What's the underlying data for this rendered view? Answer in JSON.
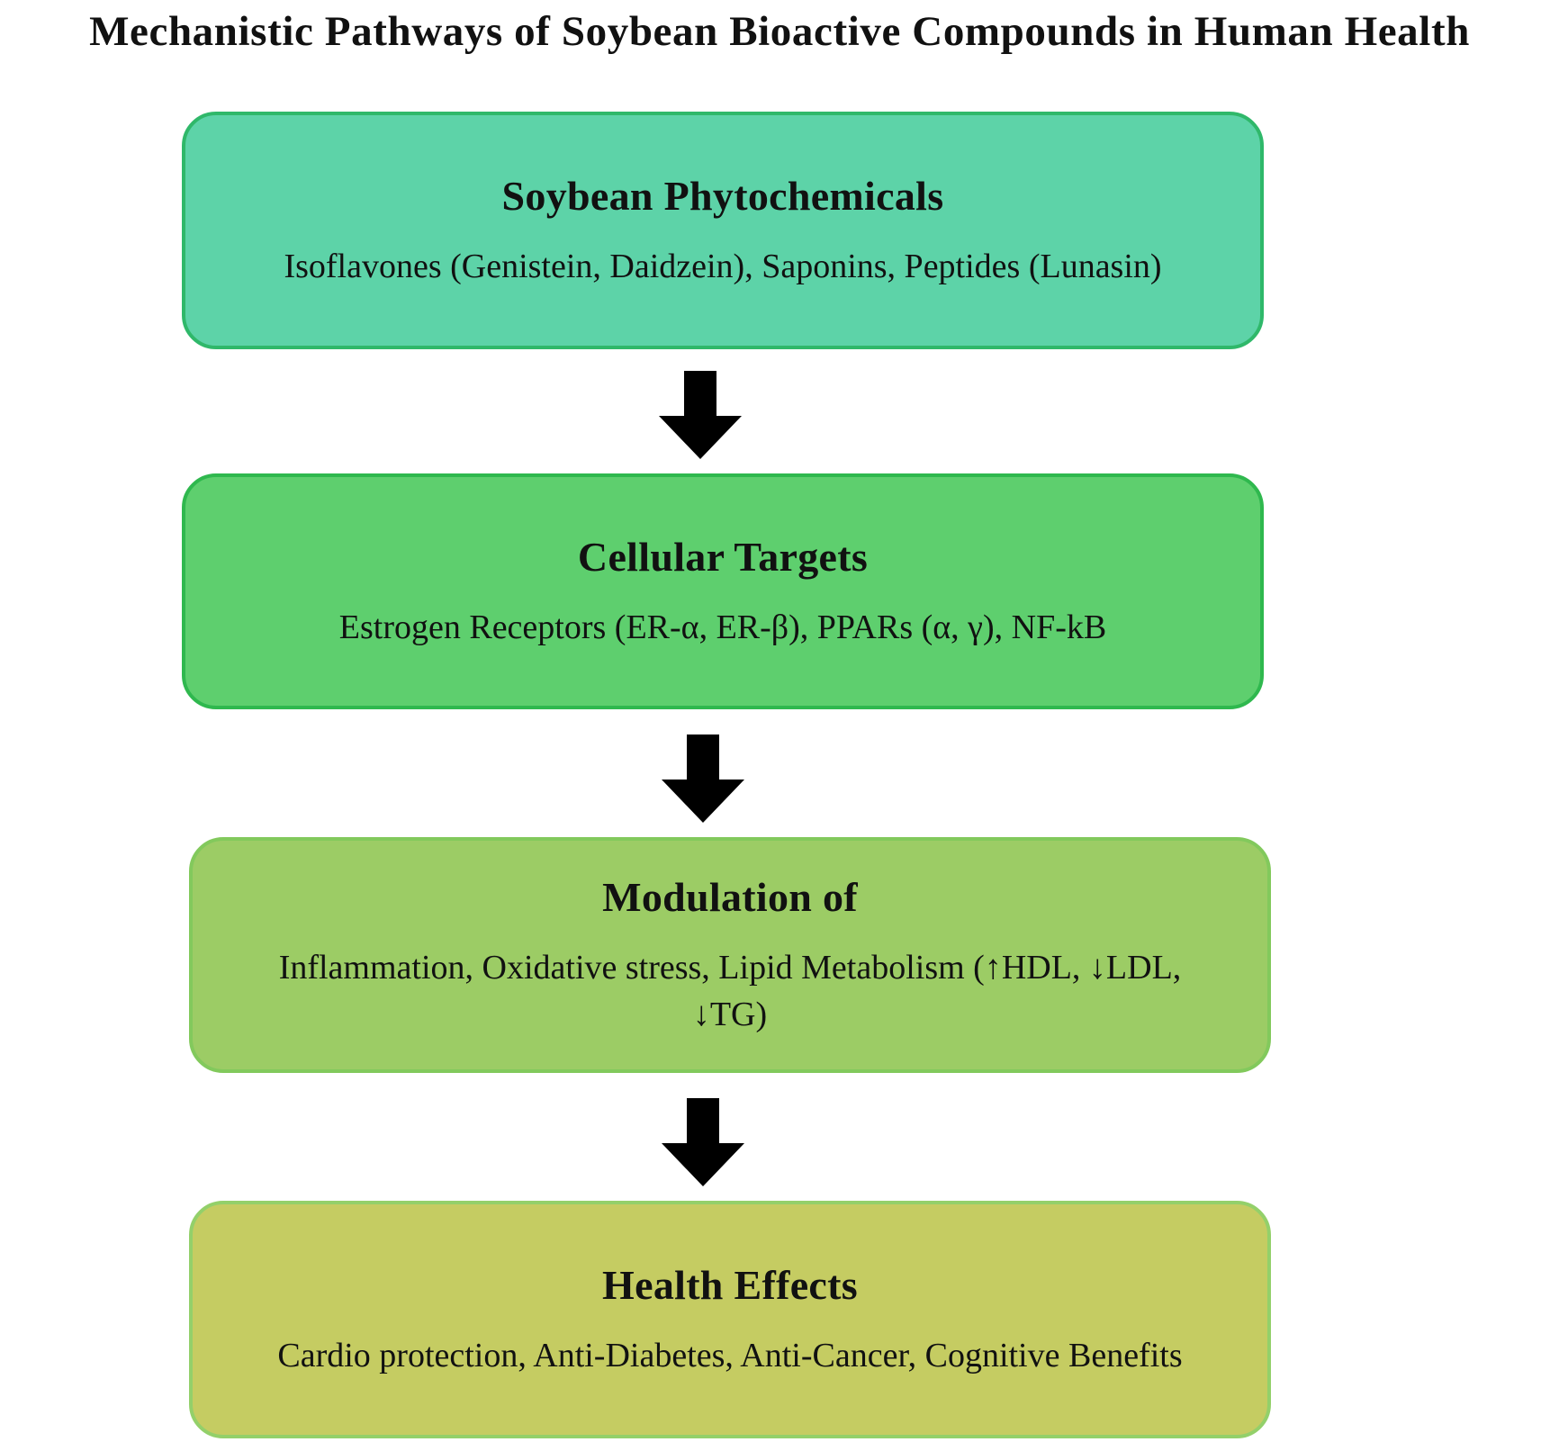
{
  "title": "Mechanistic Pathways of Soybean Bioactive Compounds in Human Health",
  "steps": [
    {
      "heading": "Soybean Phytochemicals",
      "text": "Isoflavones (Genistein, Daidzein), Saponins, Peptides (Lunasin)",
      "fill": "#5dd3a8",
      "border": "#2fb86a"
    },
    {
      "heading": "Cellular Targets",
      "text": "Estrogen Receptors (ER-α, ER-β), PPARs (α, γ), NF-kB",
      "fill": "#5ecf6e",
      "border": "#2fb84e"
    },
    {
      "heading": "Modulation of",
      "text": "Inflammation, Oxidative stress, Lipid Metabolism (↑HDL, ↓LDL, ↓TG)",
      "fill": "#9ccc65",
      "border": "#82c95c"
    },
    {
      "heading": "Health Effects",
      "text": "Cardio protection, Anti-Diabetes, Anti-Cancer, Cognitive Benefits",
      "fill": "#c5cc62",
      "border": "#93d06a"
    }
  ],
  "arrow_color": "#000000"
}
